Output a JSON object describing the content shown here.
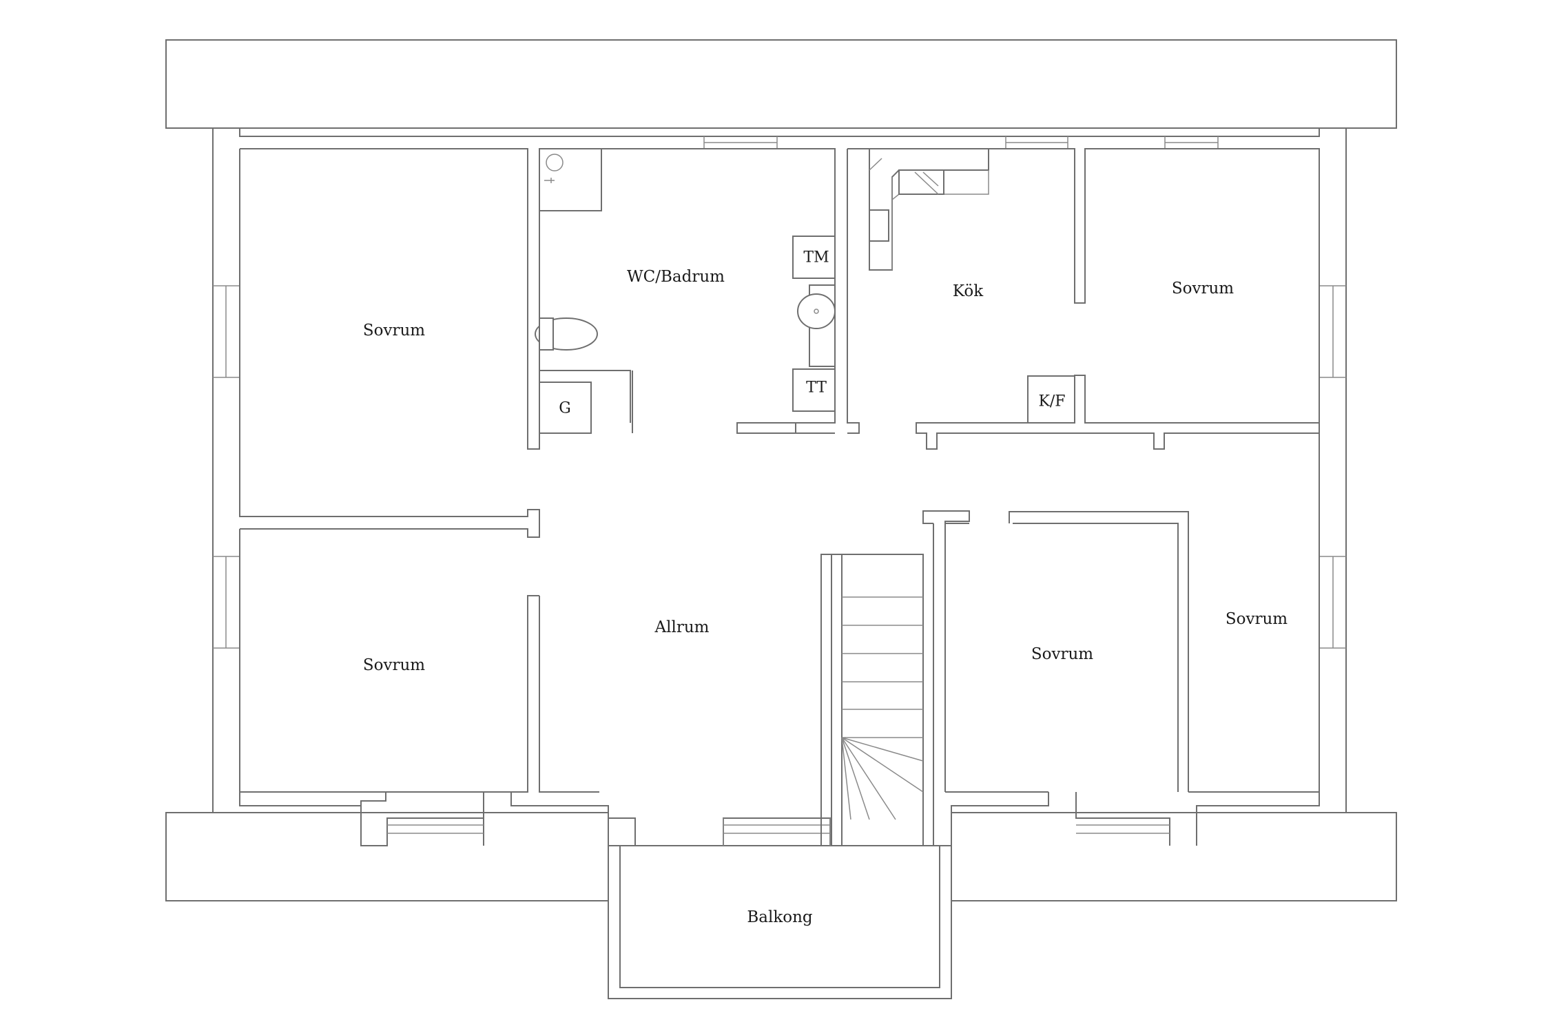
{
  "rooms": {
    "sovrum_nw": "Sovrum",
    "wc_badrum": "WC/Badrum",
    "kok": "Kök",
    "sovrum_ne": "Sovrum",
    "sovrum_sw": "Sovrum",
    "allrum": "Allrum",
    "sovrum_mid": "Sovrum",
    "sovrum_se": "Sovrum",
    "balkong": "Balkong"
  },
  "fixtures": {
    "tm": "TM",
    "tt": "TT",
    "g": "G",
    "kf": "K/F"
  },
  "colors": {
    "line": "#6e6e6e",
    "text": "#1a1a1a",
    "background": "#ffffff"
  }
}
